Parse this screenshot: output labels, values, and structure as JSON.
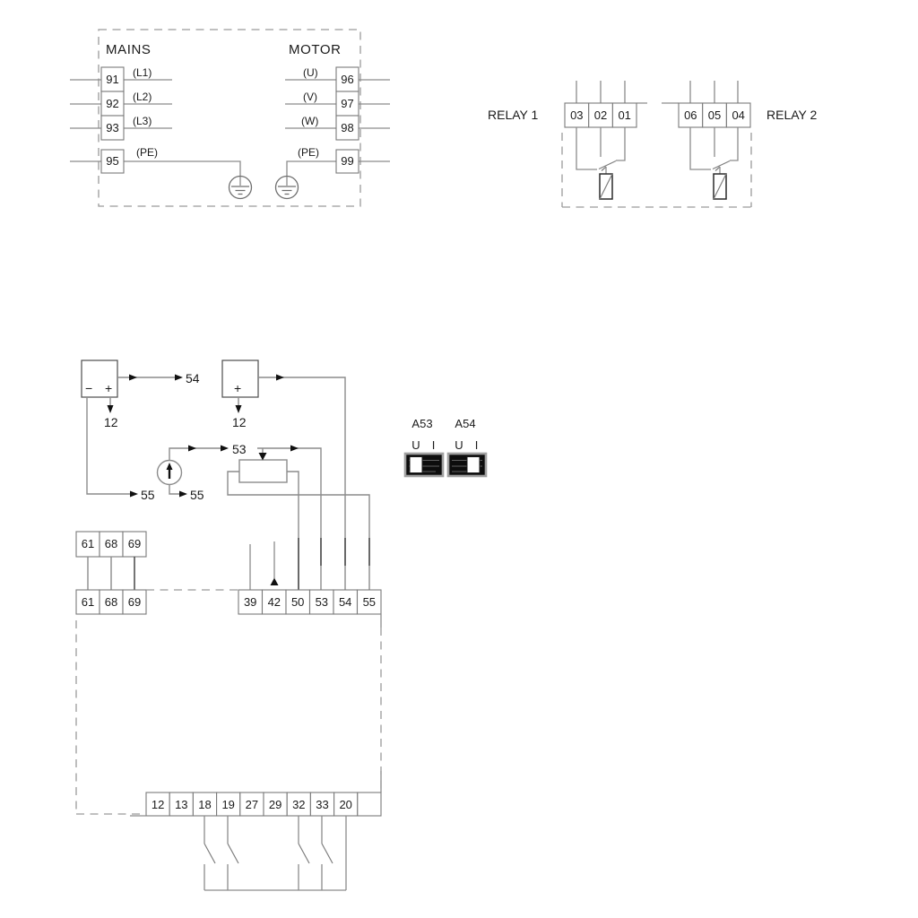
{
  "diagram_type": "frequency-converter wiring diagram",
  "colors": {
    "wire": "#8c8c8c",
    "dash": "#9a9a9a",
    "text": "#1a1a1a",
    "cell_border": "#7a7a7a",
    "switch_body": "#0d0d0d",
    "switch_frame": "#a0a0a0",
    "switch_knob": "#ffffff"
  },
  "mains_motor": {
    "mains_title": "MAINS",
    "motor_title": "MOTOR",
    "mains": [
      {
        "terminal": "91",
        "label": "(L1)"
      },
      {
        "terminal": "92",
        "label": "(L2)"
      },
      {
        "terminal": "93",
        "label": "(L3)"
      },
      {
        "terminal": "95",
        "label": "(PE)"
      }
    ],
    "motor": [
      {
        "terminal": "96",
        "label": "(U)"
      },
      {
        "terminal": "97",
        "label": "(V)"
      },
      {
        "terminal": "98",
        "label": "(W)"
      },
      {
        "terminal": "99",
        "label": "(PE)"
      }
    ]
  },
  "relays": {
    "relay1": {
      "label": "RELAY 1",
      "terminals": [
        "03",
        "02",
        "01"
      ]
    },
    "relay2": {
      "label": "RELAY 2",
      "terminals": [
        "06",
        "05",
        "04"
      ]
    }
  },
  "analog": {
    "source1": {
      "minus": "−",
      "plus": "+",
      "out_label": "54",
      "plus_label": "12",
      "minus_label": "55"
    },
    "source2": {
      "plus": "+",
      "plus_label": "12",
      "out_terminal": "54"
    },
    "current_source": {
      "top_label": "53",
      "bottom_label": "55"
    }
  },
  "switches": {
    "a53": {
      "name": "A53",
      "left": "U",
      "right": "I",
      "position": "U"
    },
    "a54": {
      "name": "A54",
      "left": "U",
      "right": "I",
      "position": "I"
    }
  },
  "strips": {
    "upper_io": [
      "61",
      "68",
      "69"
    ],
    "lower_io": [
      "61",
      "68",
      "69"
    ],
    "analog_terminals": [
      "39",
      "42",
      "50",
      "53",
      "54",
      "55"
    ],
    "digital_terminals": [
      "12",
      "13",
      "18",
      "19",
      "27",
      "29",
      "32",
      "33",
      "20",
      ""
    ]
  }
}
